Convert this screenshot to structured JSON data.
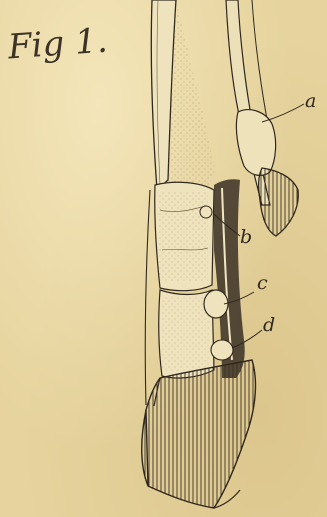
{
  "figure": {
    "title": "Fig 1.",
    "labels": {
      "a": "a",
      "b": "b",
      "c": "c",
      "d": "d"
    }
  },
  "colors": {
    "paper": "#e6d39d",
    "ink": "#2e281f"
  }
}
